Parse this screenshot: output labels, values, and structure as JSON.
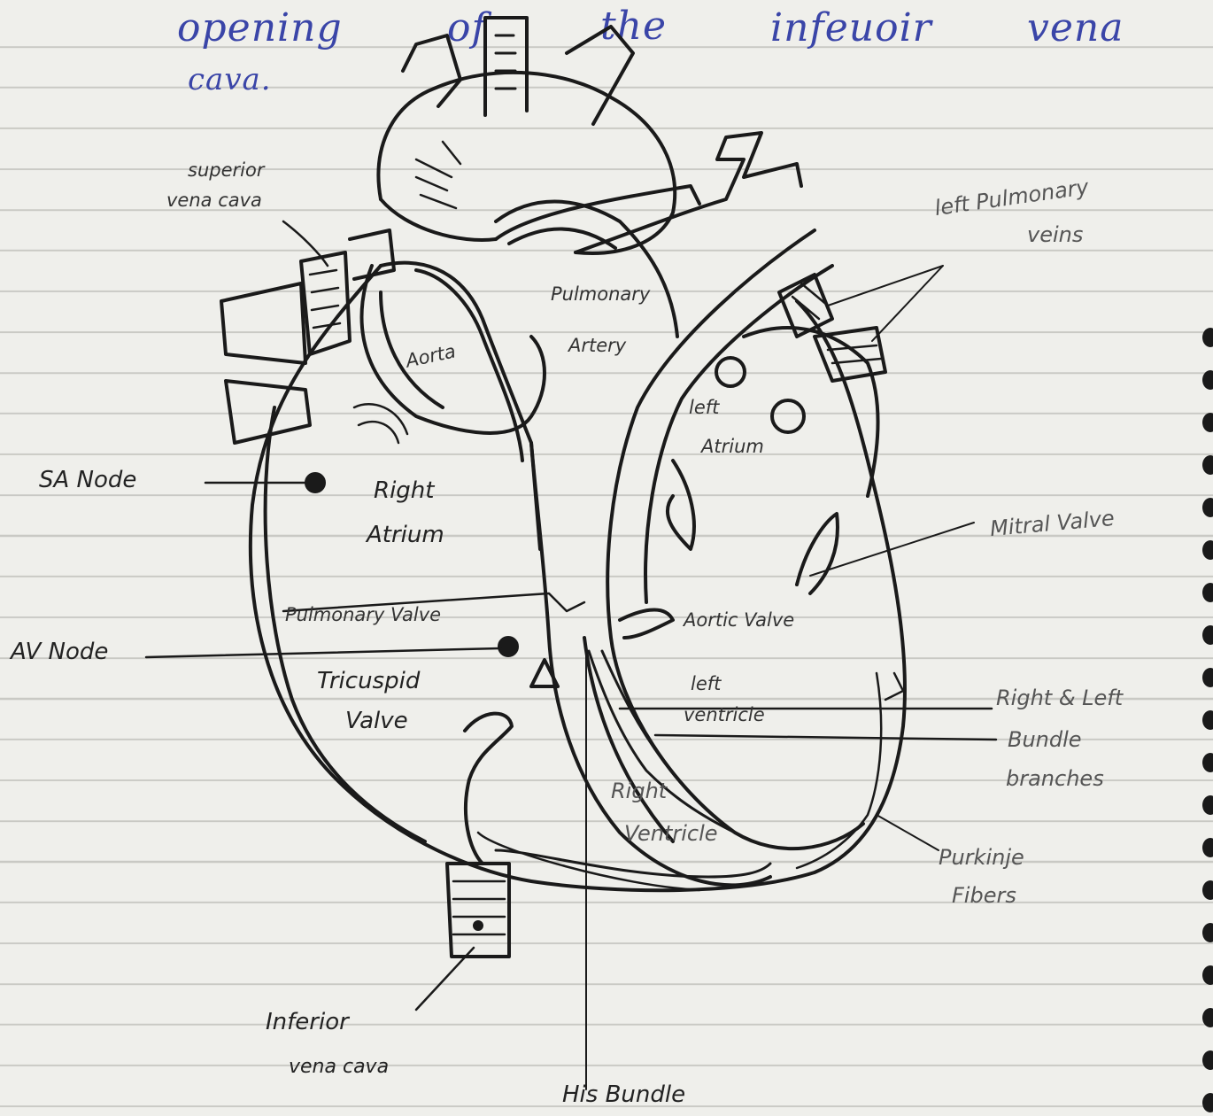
{
  "header": {
    "word1": "opening",
    "word2": "of",
    "word3": "the",
    "word4": "infeuoir",
    "word5": "vena",
    "word6": "cava."
  },
  "labels": {
    "superior_vena_cava_1": "superior",
    "superior_vena_cava_2": "vena cava",
    "left_pulmonary_veins_1": "left Pulmonary",
    "left_pulmonary_veins_2": "veins",
    "aorta": "Aorta",
    "pulmonary_artery_1": "Pulmonary",
    "pulmonary_artery_2": "Artery",
    "left_atrium_1": "left",
    "left_atrium_2": "Atrium",
    "sa_node": "SA Node",
    "right_atrium_1": "Right",
    "right_atrium_2": "Atrium",
    "mitral_valve": "Mitral Valve",
    "pulmonary_valve": "Pulmonary Valve",
    "aortic_valve": "Aortic Valve",
    "av_node": "AV Node",
    "tricuspid_valve_1": "Tricuspid",
    "tricuspid_valve_2": "Valve",
    "left_ventricle_1": "left",
    "left_ventricle_2": "ventricle",
    "bundle_branches_1": "Right & Left",
    "bundle_branches_2": "Bundle",
    "bundle_branches_3": "branches",
    "right_ventricle_1": "Right",
    "right_ventricle_2": "Ventricle",
    "purkinje_fibers_1": "Purkinje",
    "purkinje_fibers_2": "Fibers",
    "inferior_vena_cava_1": "Inferior",
    "inferior_vena_cava_2": "vena cava",
    "his_bundle": "His Bundle"
  },
  "colors": {
    "ink": "#1a1a1a",
    "header_ink": "#3a45a8",
    "ruled_line": "#c9c9c4",
    "paper": "#efefeb"
  }
}
